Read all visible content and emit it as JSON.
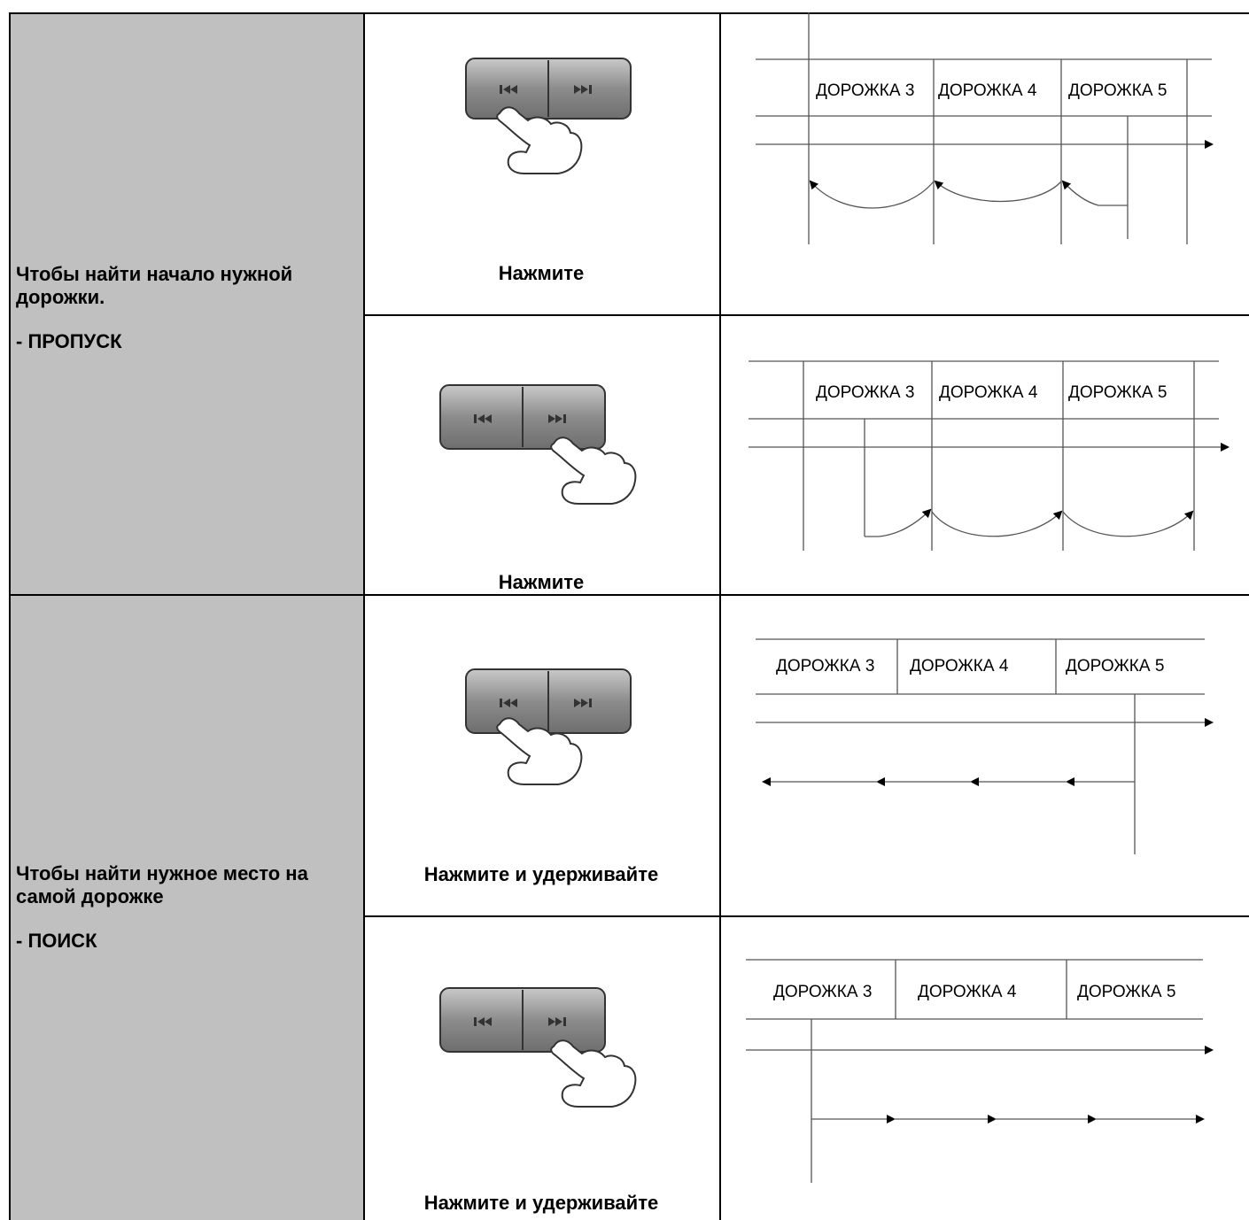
{
  "rows": [
    {
      "left_main": "Чтобы найти начало нужной дорожки.",
      "left_sub": "- ПРОПУСК",
      "actions": [
        {
          "caption": "Нажмите",
          "button": "prev"
        },
        {
          "caption": "Нажмите",
          "button": "next"
        }
      ]
    },
    {
      "left_main": "Чтобы найти нужное место на самой дорожке",
      "left_sub": "- ПОИСК",
      "actions": [
        {
          "caption": "Нажмите и удерживайте",
          "button": "prev"
        },
        {
          "caption": "Нажмите и удерживайте",
          "button": "next"
        }
      ]
    }
  ],
  "track_labels": [
    "ДОРОЖКА 3",
    "ДОРОЖКА 4",
    "ДОРОЖКА 5"
  ],
  "icons": {
    "prev": "skip-back-icon",
    "next": "skip-forward-icon",
    "hand": "hand-press-icon"
  },
  "colors": {
    "left_column": "#c0c0c0",
    "button": "#8a8a8a"
  }
}
